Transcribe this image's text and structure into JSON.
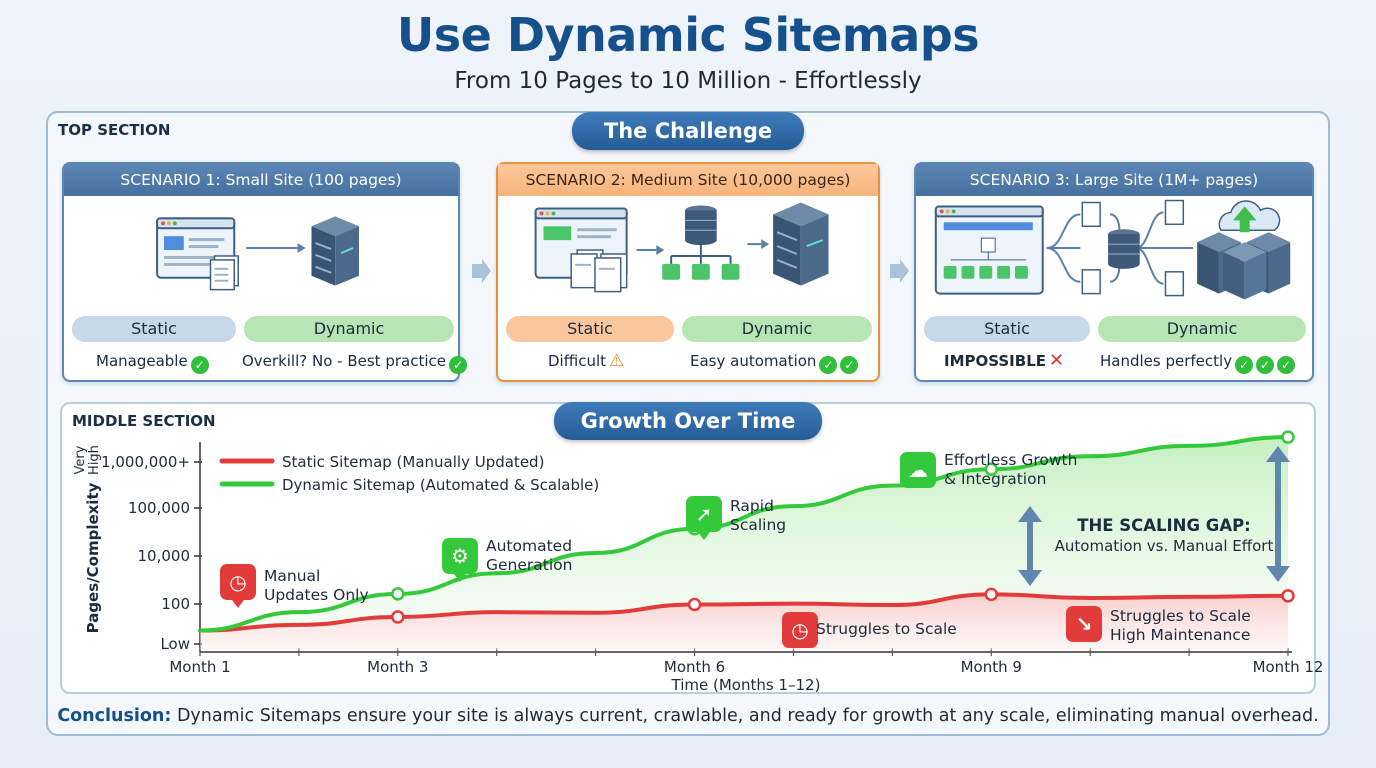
{
  "title": "Use Dynamic Sitemaps",
  "subtitle": "From 10 Pages to 10 Million - Effortlessly",
  "top_section": {
    "label": "TOP SECTION",
    "banner": "The Challenge",
    "scenarios": [
      {
        "title": "SCENARIO 1: Small Site (100 pages)",
        "static_label": "Static",
        "dynamic_label": "Dynamic",
        "static_verdict": "Manageable",
        "dynamic_verdict": "Overkill? No - Best practice"
      },
      {
        "title": "SCENARIO 2: Medium Site (10,000 pages)",
        "static_label": "Static",
        "dynamic_label": "Dynamic",
        "static_verdict": "Difficult",
        "dynamic_verdict": "Easy automation"
      },
      {
        "title": "SCENARIO 3: Large Site (1M+ pages)",
        "static_label": "Static",
        "dynamic_label": "Dynamic",
        "static_verdict": "IMPOSSIBLE",
        "dynamic_verdict": "Handles perfectly"
      }
    ]
  },
  "middle_section": {
    "label": "MIDDLE SECTION",
    "banner": "Growth Over Time"
  },
  "chart_data": {
    "type": "line",
    "xlabel": "Time (Months 1–12)",
    "ylabel": "Pages/Complexity",
    "y_axis_extra_label": "Very High",
    "x_ticks": [
      "Month 1",
      "Month 3",
      "Month 6",
      "Month 9",
      "Month 12"
    ],
    "y_ticks": [
      "Low",
      "100",
      "10,000",
      "100,000",
      "1,000,000+"
    ],
    "y_scale": "log",
    "series": [
      {
        "name": "Static Sitemap (Manually Updated)",
        "color": "#e23b3b",
        "x": [
          1,
          2,
          3,
          4,
          5,
          6,
          7,
          8,
          9,
          10,
          11,
          12
        ],
        "y": [
          20,
          28,
          45,
          60,
          58,
          95,
          100,
          92,
          175,
          140,
          150,
          160
        ]
      },
      {
        "name": "Dynamic Sitemap (Automated & Scalable)",
        "color": "#34c93a",
        "x": [
          1,
          2,
          3,
          4,
          5,
          6,
          7,
          8,
          9,
          10,
          11,
          12
        ],
        "y": [
          20,
          60,
          180,
          620,
          2100,
          9000,
          35000,
          120000,
          320000,
          700000,
          1300000,
          2200000
        ]
      }
    ],
    "annotations": [
      {
        "text": [
          "Manual",
          "Updates Only"
        ],
        "icon": "clock-icon",
        "color": "#e23b3b"
      },
      {
        "text": [
          "Automated",
          "Generation"
        ],
        "icon": "gear-icon",
        "color": "#34c93a"
      },
      {
        "text": [
          "Rapid",
          "Scaling"
        ],
        "icon": "rocket-icon",
        "color": "#34c93a"
      },
      {
        "text": [
          "Effortless Growth",
          "& Integration"
        ],
        "icon": "cloud-icon",
        "color": "#34c93a"
      },
      {
        "text": [
          "Struggles to Scale"
        ],
        "icon": "clock-icon",
        "color": "#e23b3b"
      },
      {
        "text": [
          "Struggles to Scale",
          "High Maintenance"
        ],
        "icon": "chart-down-icon",
        "color": "#e23b3b"
      }
    ],
    "gap_title": "THE SCALING GAP:",
    "gap_subtitle": "Automation vs. Manual Effort"
  },
  "conclusion": {
    "lead": "Conclusion:",
    "text": "Dynamic Sitemaps ensure your site is always current, crawlable, and ready for growth at any scale, eliminating manual overhead."
  }
}
